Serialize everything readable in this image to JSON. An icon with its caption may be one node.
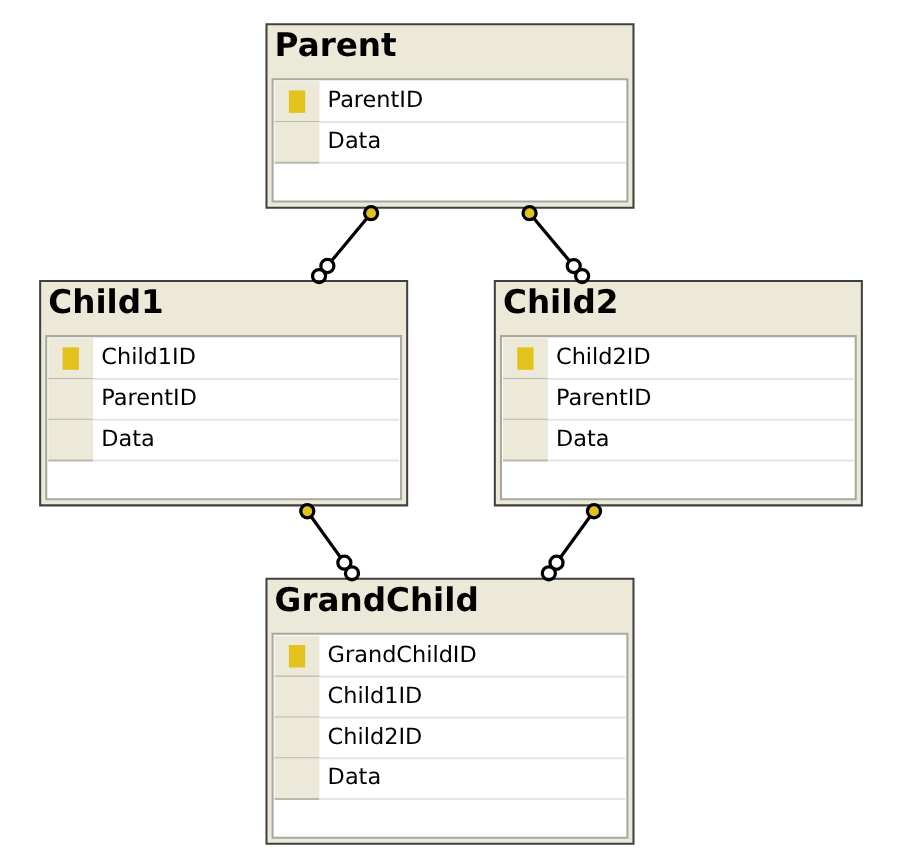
{
  "diagram": {
    "nodes": [
      {
        "text": [
          "Parent",
          "ParentID",
          "Data"
        ]
      },
      {
        "text": [
          "Child1",
          "Child1ID",
          "ParentID",
          "Data"
        ]
      },
      {
        "text": [
          "Child2",
          "Child2ID",
          "ParentID",
          "Data"
        ]
      },
      {
        "text": [
          "GrandChild",
          "GrandChildID",
          "Child1ID",
          "Child2ID",
          "Data"
        ]
      }
    ],
    "edges": [
      {
        "from": 0,
        "to": 1,
        "arrow": "other"
      },
      {
        "from": 0,
        "to": 2,
        "arrow": "other"
      },
      {
        "from": 1,
        "to": 3,
        "arrow": "other"
      },
      {
        "from": 2,
        "to": 3,
        "arrow": "other"
      }
    ]
  }
}
